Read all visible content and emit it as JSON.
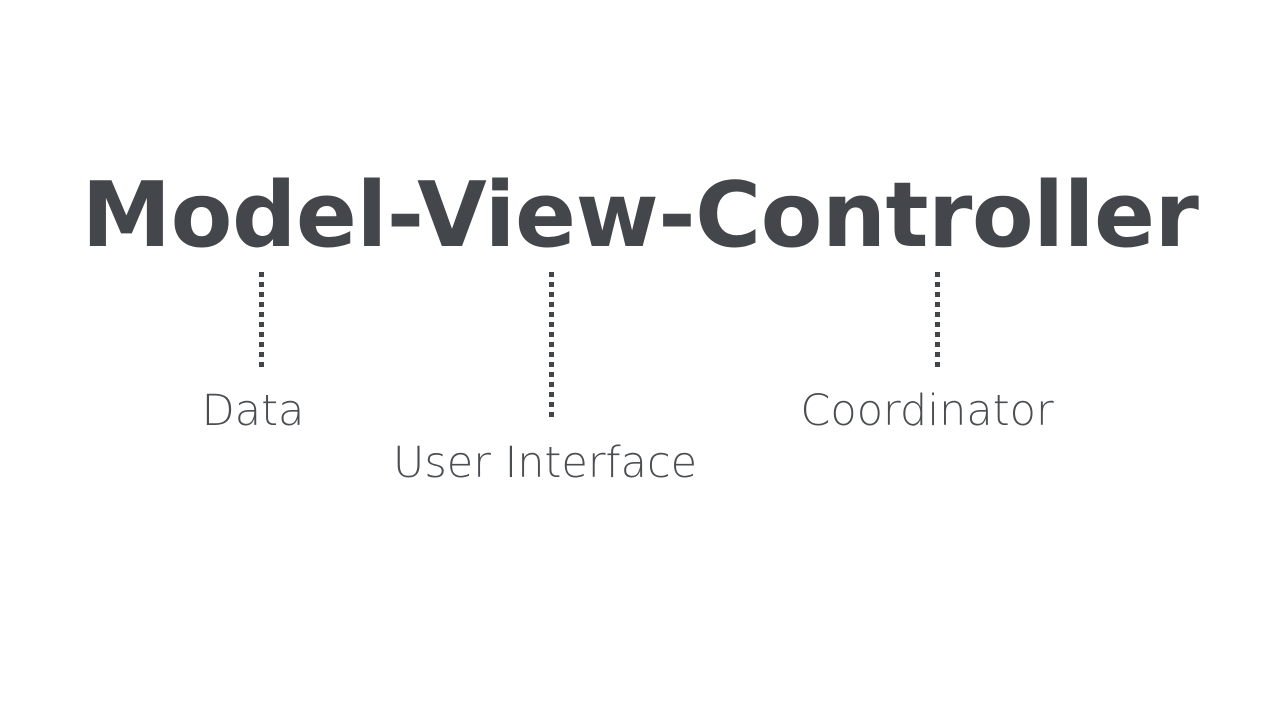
{
  "slide": {
    "background_color": "#ffffff",
    "title": "Model-View-Controller",
    "title_color": "#43464a",
    "caption_color": "#4a4d51",
    "connector_color": "#434649",
    "branches": [
      {
        "term": "Model",
        "caption": "Data",
        "connector": "dotted-vertical-line"
      },
      {
        "term": "View",
        "caption": "User Interface",
        "connector": "dotted-vertical-line"
      },
      {
        "term": "Controller",
        "caption": "Coordinator",
        "connector": "dotted-vertical-line"
      }
    ]
  }
}
